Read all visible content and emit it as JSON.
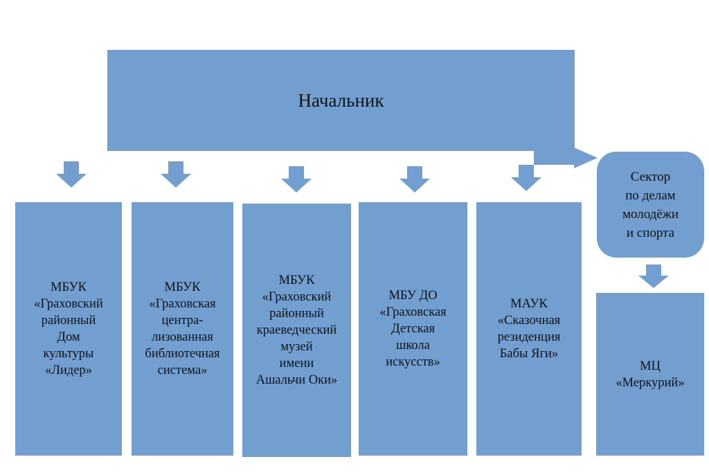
{
  "head": {
    "label": "Начальник"
  },
  "sector": {
    "label": "Сектор\nпо делам\nмолодёжи\nи спорта"
  },
  "sector_child": {
    "label": "МЦ\n«Меркурий»"
  },
  "orgs": [
    {
      "label": "МБУК\n«Граховский\nрайонный\nДом\nкультуры\n«Лидер»"
    },
    {
      "label": "МБУК\n«Граховская\nцентра-\nлизованная\nбиблиотечная\nсистема»"
    },
    {
      "label": "МБУК\n«Граховский\nрайонный\nкраеведческий\nмузей\nимени\nАшальчи Оки»"
    },
    {
      "label": "МБУ ДО\n«Граховская\nДетская\nшкола\nискусств»"
    },
    {
      "label": "МАУК\n«Сказочная\nрезиденция\nБабы Яги»"
    }
  ],
  "colors": {
    "box_fill": "#739fd0",
    "text": "#111111",
    "background": "#ffffff"
  }
}
